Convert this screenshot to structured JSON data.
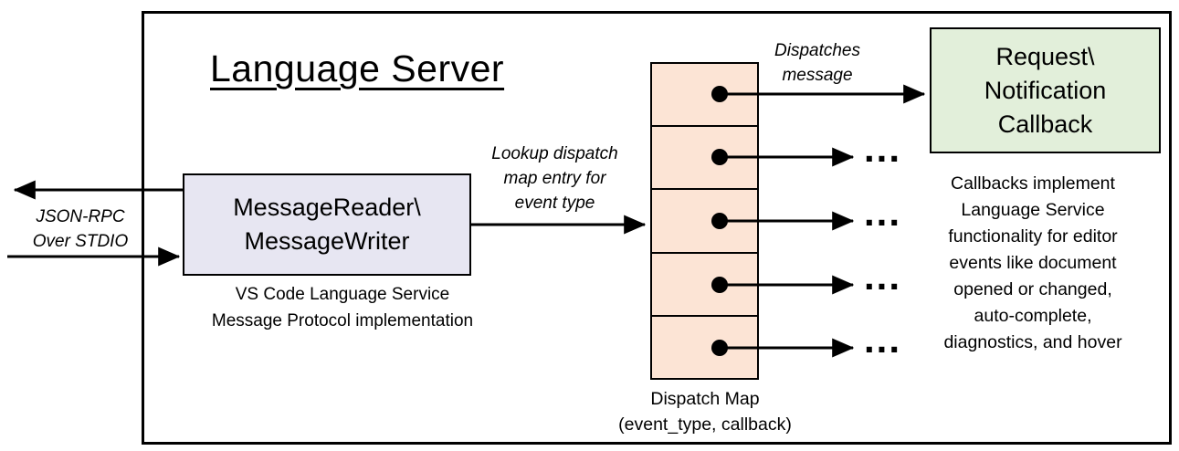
{
  "title": "Language Server",
  "io_label": "JSON-RPC\nOver STDIO",
  "message_box": {
    "label": "MessageReader\\\nMessageWriter",
    "caption": "VS Code Language Service\nMessage Protocol implementation"
  },
  "lookup_label": "Lookup dispatch\nmap entry for\nevent type",
  "dispatch_label": "Dispatches\nmessage",
  "callback_box": {
    "label": "Request\\\nNotification\nCallback",
    "note": "Callbacks implement\nLanguage Service\nfunctionality for editor\nevents like document\nopened or changed,\nauto-complete,\ndiagnostics, and hover"
  },
  "dispatch_map": {
    "caption": "Dispatch Map\n(event_type, callback)",
    "rows": 5
  },
  "ellipsis": "...",
  "colors": {
    "message_box_fill": "#e7e6f2",
    "dispatch_map_fill": "#fce4d5",
    "callback_box_fill": "#e2efda",
    "stroke": "#000000",
    "background": "#ffffff"
  }
}
